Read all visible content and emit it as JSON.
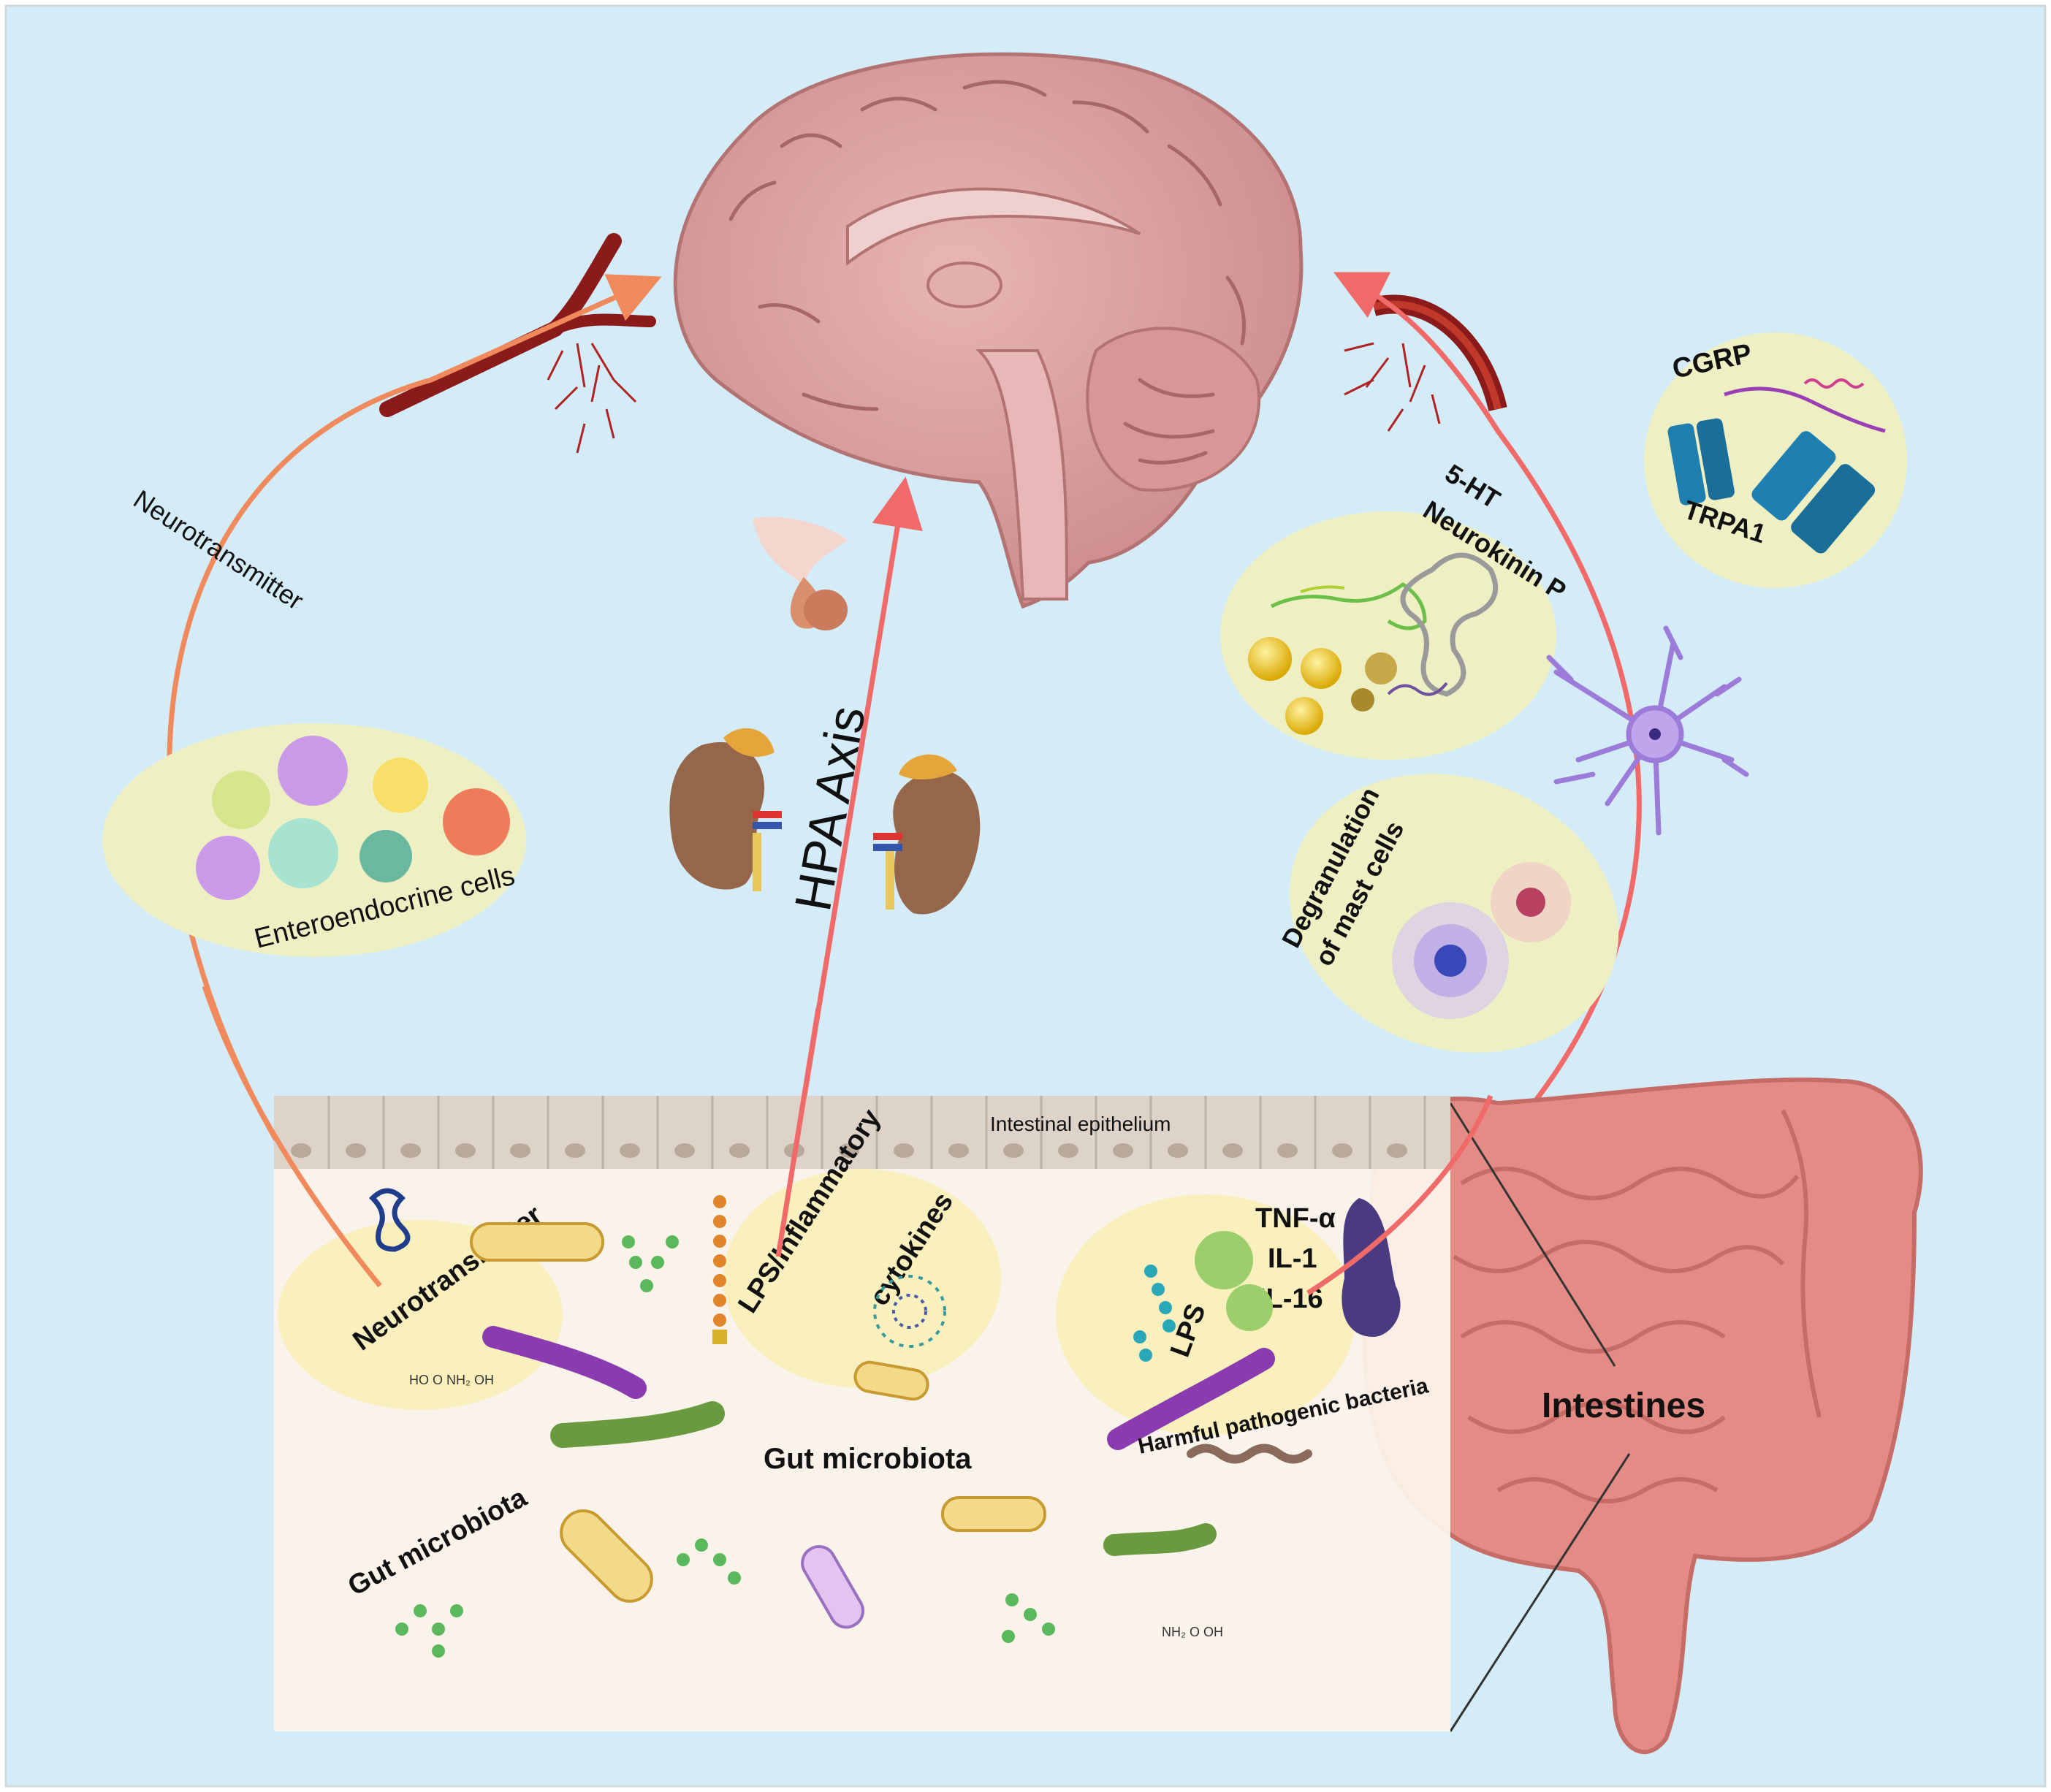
{
  "labels": {
    "neurotransmitter_left": "Neurotransmitter",
    "enteroendocrine": "Enteroendocrine cells",
    "hpa_axis": "HPA Axis",
    "cgrp": "CGRP",
    "trpa1": "TRPA1",
    "five_ht": "5-HT",
    "neurokinin": "Neurokinin P",
    "degranulation_line1": "Degranulation",
    "degranulation_line2": "of mast cells",
    "intestinal_epithelium": "Intestinal epithelium",
    "neurotransmitter_gut": "Neurotransmitter",
    "lps_inflammatory": "LPS/Inflammatory",
    "cytokines": "cytokines",
    "tnf": "TNF-α",
    "il1": "IL-1",
    "il16": "IL-16",
    "lps_right": "LPS",
    "harmful_bacteria": "Harmful pathogenic bacteria",
    "gut_microbiota_center": "Gut microbiota",
    "gut_microbiota_left": "Gut microbiota",
    "intestines": "Intestines"
  },
  "colors": {
    "background": "#d4ecf8",
    "brain": "#d99b9c",
    "arrow_orange": "#f08a5d",
    "arrow_red": "#f06a6a",
    "vessel": "#8b1a1a",
    "ellipse_fill": "#eef0c4",
    "gut_panel": "#fbf3ea",
    "epithelium": "#ddd3c8",
    "intestine": "#e58b85"
  }
}
